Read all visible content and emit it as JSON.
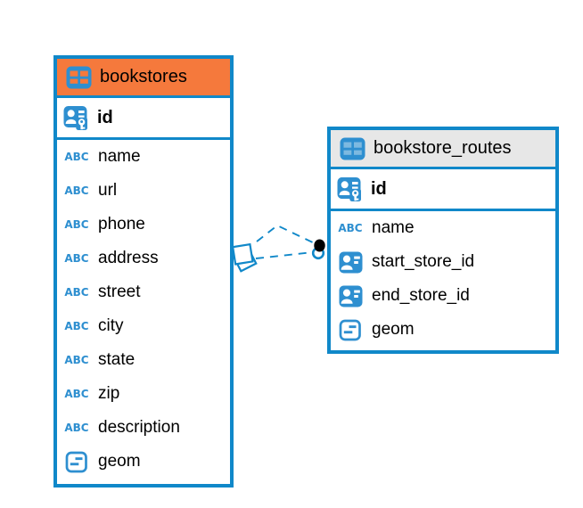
{
  "diagram": {
    "tool": "database-er-diagram",
    "abc_label": "ABC",
    "colors": {
      "blue_accent": "#1088c9",
      "icon_blue": "#2e8fd0",
      "bookstores_header_bg": "#f5793c",
      "bookstores_header_icon_cells": "#f5793c",
      "routes_header_bg": "#e7e7e7",
      "routes_header_icon_cells": "#7db9e0",
      "text": "#000000",
      "connector_dot": "#000000"
    },
    "tables": [
      {
        "name": "bookstores",
        "header_bg": "#f5793c",
        "header_cells": "#f5793c",
        "columns": [
          {
            "name": "id",
            "icon": "pk",
            "pk": true
          },
          {
            "name": "name",
            "icon": "abc"
          },
          {
            "name": "url",
            "icon": "abc"
          },
          {
            "name": "phone",
            "icon": "abc"
          },
          {
            "name": "address",
            "icon": "abc"
          },
          {
            "name": "street",
            "icon": "abc"
          },
          {
            "name": "city",
            "icon": "abc"
          },
          {
            "name": "state",
            "icon": "abc"
          },
          {
            "name": "zip",
            "icon": "abc"
          },
          {
            "name": "description",
            "icon": "abc"
          },
          {
            "name": "geom",
            "icon": "geom"
          }
        ]
      },
      {
        "name": "bookstore_routes",
        "header_bg": "#e7e7e7",
        "header_cells": "#7db9e0",
        "columns": [
          {
            "name": "id",
            "icon": "pk",
            "pk": true
          },
          {
            "name": "name",
            "icon": "abc"
          },
          {
            "name": "start_store_id",
            "icon": "fk"
          },
          {
            "name": "end_store_id",
            "icon": "fk"
          },
          {
            "name": "geom",
            "icon": "geom"
          }
        ]
      }
    ],
    "relationships": [
      {
        "from_table": "bookstore_routes",
        "to_table": "bookstores",
        "style": "dashed"
      },
      {
        "from_table": "bookstore_routes",
        "to_table": "bookstores",
        "style": "dashed"
      }
    ]
  }
}
